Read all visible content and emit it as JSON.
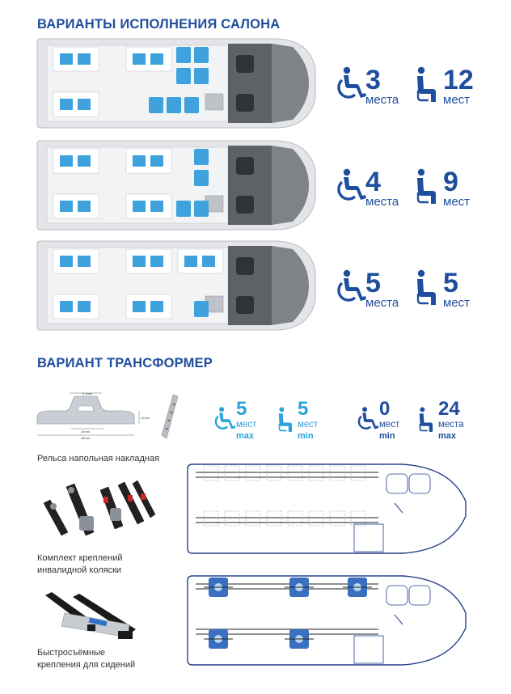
{
  "section_layouts": {
    "title": "ВАРИАНТЫ ИСПОЛНЕНИЯ САЛОНА",
    "variants": [
      {
        "wheelchair_count": "3",
        "wheelchair_unit": "места",
        "seat_count": "12",
        "seat_unit": "мест"
      },
      {
        "wheelchair_count": "4",
        "wheelchair_unit": "места",
        "seat_count": "9",
        "seat_unit": "мест"
      },
      {
        "wheelchair_count": "5",
        "wheelchair_unit": "места",
        "seat_count": "5",
        "seat_unit": "мест"
      }
    ]
  },
  "section_transformer": {
    "title": "ВАРИАНТ ТРАНСФОРМЕР",
    "stats": [
      {
        "count": "5",
        "unit": "мест",
        "qualifier": "max"
      },
      {
        "count": "5",
        "unit": "мест",
        "qualifier": "min"
      },
      {
        "count": "0",
        "unit": "мест",
        "qualifier": "min"
      },
      {
        "count": "24",
        "unit": "места",
        "qualifier": "max"
      }
    ],
    "rail_dims": {
      "a": "2.5mm",
      "b": "24mm",
      "c": "48mm",
      "d": "12mm"
    },
    "accessories": [
      {
        "lines": [
          "Рельса напольная накладная"
        ]
      },
      {
        "lines": [
          "Комплект креплений",
          "инвалидной коляски"
        ]
      },
      {
        "lines": [
          "Быстросъёмные",
          "крепления для сидений"
        ]
      }
    ]
  },
  "colors": {
    "heading": "#1f4e9e",
    "accent_light": "#2aa3dc",
    "seat_blue": "#3fa2dd"
  }
}
